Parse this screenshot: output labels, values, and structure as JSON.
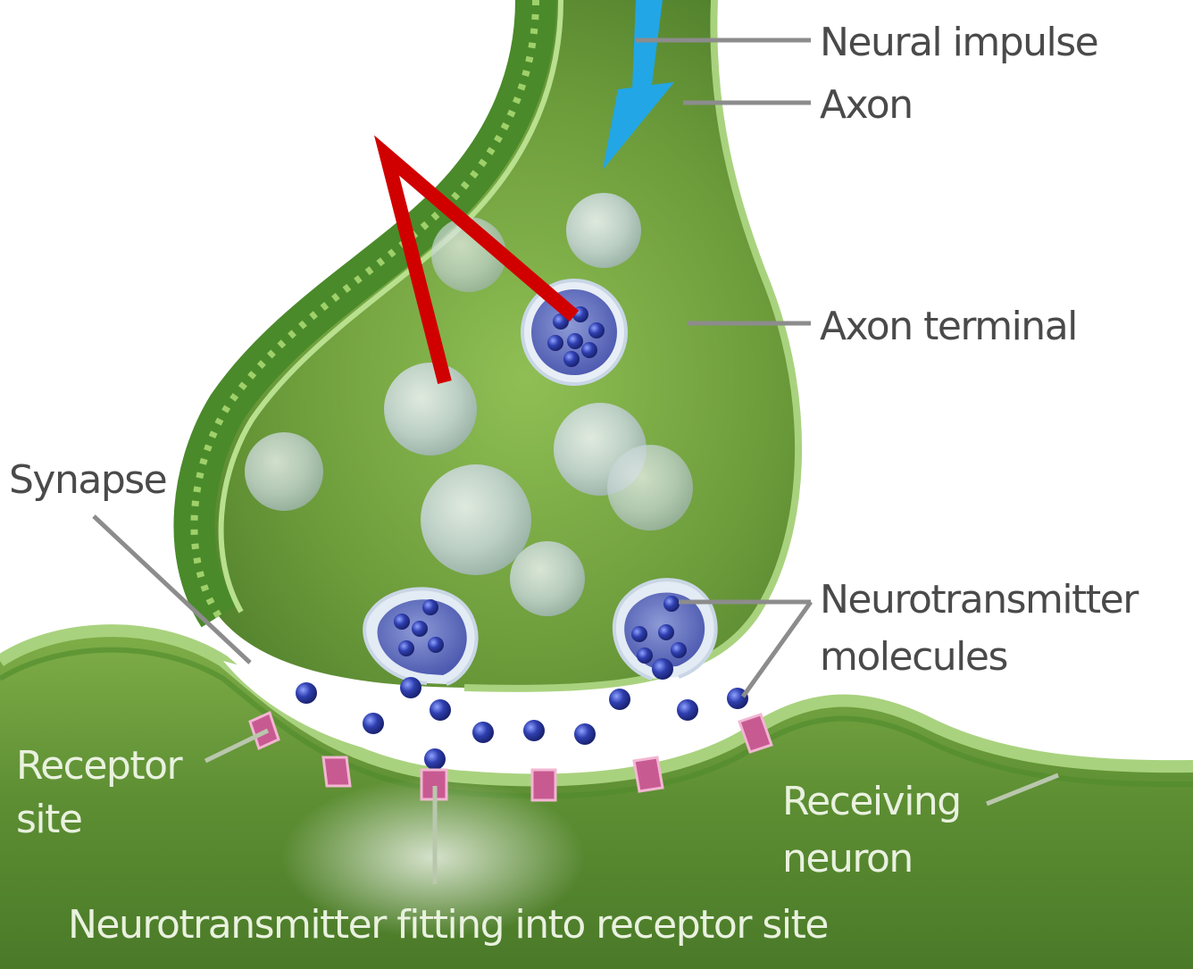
{
  "labels": {
    "neural_impulse": "Neural impulse",
    "axon": "Axon",
    "axon_terminal": "Axon terminal",
    "synapse": "Synapse",
    "neurotransmitter_molecules_line1": "Neurotransmitter",
    "neurotransmitter_molecules_line2": "molecules",
    "receptor_site_line1": "Receptor",
    "receptor_site_line2": "site",
    "receiving_neuron_line1": "Receiving",
    "receiving_neuron_line2": "neuron",
    "fitting_caption": "Neurotransmitter fitting into receptor site"
  },
  "colors": {
    "membrane_green": "#8cc063",
    "cytoplasm_green": "#6f9e3c",
    "dark_green": "#3f6f22",
    "impulse_arrow": "#22a6e6",
    "annotation_arrow": "#d00000",
    "molecule": "#2d3a9a",
    "receptor": "#c85a92"
  }
}
